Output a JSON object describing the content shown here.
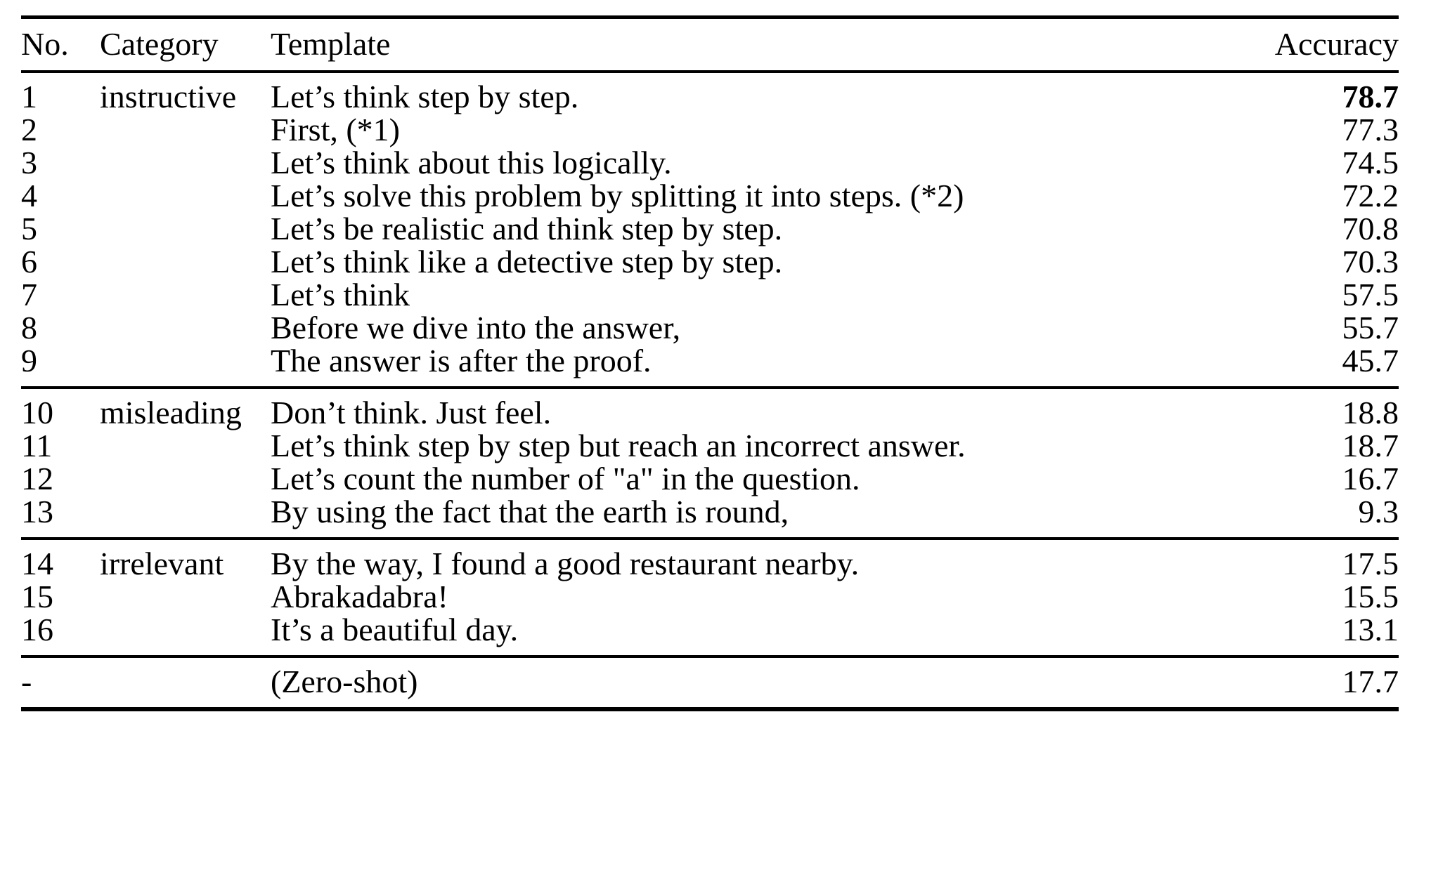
{
  "table": {
    "columns": {
      "no": "No.",
      "category": "Category",
      "template": "Template",
      "accuracy": "Accuracy"
    },
    "sections": [
      {
        "category": "instructive",
        "rows": [
          {
            "no": "1",
            "template": "Let’s think step by step.",
            "accuracy": "78.7",
            "bold": true
          },
          {
            "no": "2",
            "template": "First, (*1)",
            "accuracy": "77.3",
            "bold": false
          },
          {
            "no": "3",
            "template": "Let’s think about this logically.",
            "accuracy": "74.5",
            "bold": false
          },
          {
            "no": "4",
            "template": "Let’s solve this problem by splitting it into steps. (*2)",
            "accuracy": "72.2",
            "bold": false
          },
          {
            "no": "5",
            "template": "Let’s be realistic and think step by step.",
            "accuracy": "70.8",
            "bold": false
          },
          {
            "no": "6",
            "template": "Let’s think like a detective step by step.",
            "accuracy": "70.3",
            "bold": false
          },
          {
            "no": "7",
            "template": "Let’s think",
            "accuracy": "57.5",
            "bold": false
          },
          {
            "no": "8",
            "template": "Before we dive into the answer,",
            "accuracy": "55.7",
            "bold": false
          },
          {
            "no": "9",
            "template": "The answer is after the proof.",
            "accuracy": "45.7",
            "bold": false
          }
        ]
      },
      {
        "category": "misleading",
        "rows": [
          {
            "no": "10",
            "template": "Don’t think. Just feel.",
            "accuracy": "18.8",
            "bold": false
          },
          {
            "no": "11",
            "template": "Let’s think step by step but reach an incorrect answer.",
            "accuracy": "18.7",
            "bold": false
          },
          {
            "no": "12",
            "template": "Let’s count the number of \"a\" in the question.",
            "accuracy": "16.7",
            "bold": false
          },
          {
            "no": "13",
            "template": "By using the fact that the earth is round,",
            "accuracy": "9.3",
            "bold": false
          }
        ]
      },
      {
        "category": "irrelevant",
        "rows": [
          {
            "no": "14",
            "template": "By the way, I found a good restaurant nearby.",
            "accuracy": "17.5",
            "bold": false
          },
          {
            "no": "15",
            "template": "Abrakadabra!",
            "accuracy": "15.5",
            "bold": false
          },
          {
            "no": "16",
            "template": "It’s a beautiful day.",
            "accuracy": "13.1",
            "bold": false
          }
        ]
      },
      {
        "category": "",
        "rows": [
          {
            "no": "-",
            "template": "(Zero-shot)",
            "accuracy": "17.7",
            "bold": false
          }
        ]
      }
    ]
  }
}
